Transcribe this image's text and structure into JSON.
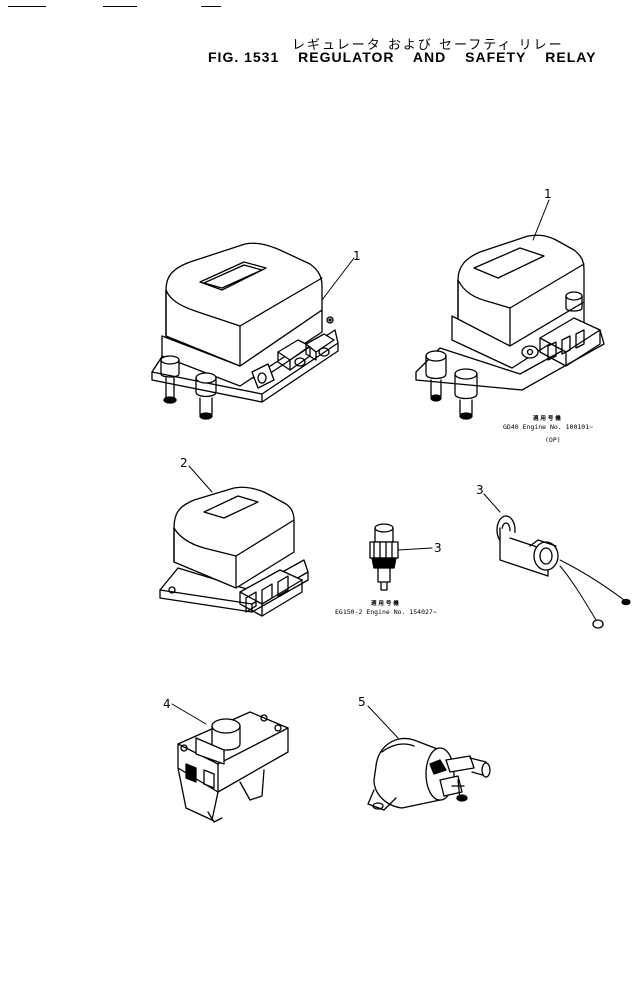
{
  "header": {
    "title_jp": "レギュレータ および セーフティ リレー",
    "fig_label": "FIG. 1531",
    "title_en_1": "REGULATOR",
    "title_en_2": "AND",
    "title_en_3": "SAFETY",
    "title_en_4": "RELAY"
  },
  "callouts": {
    "regulator_a": "1",
    "regulator_b": "1",
    "regulator_c": "2",
    "safety_relay_a": "3",
    "safety_relay_b": "3",
    "relay_4": "4",
    "relay_5": "5"
  },
  "notes": {
    "gd40_jp": "適 用 号 機",
    "gd40_line1": "GD40  Engine No. 100101~",
    "gd40_line2": "(OP)",
    "eg150_jp": "適 用 号 機",
    "eg150_line1": "EG150-2  Engine No. 154027~"
  }
}
